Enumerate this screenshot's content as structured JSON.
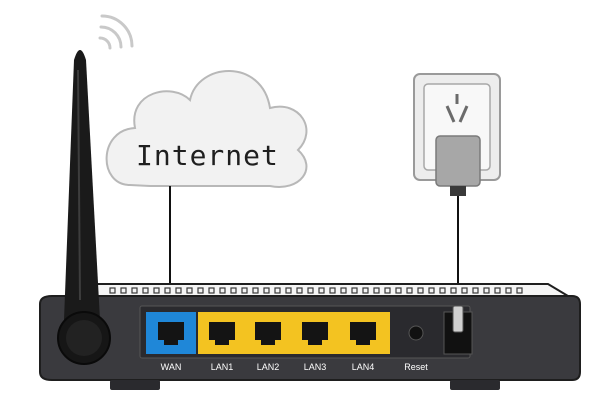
{
  "cloud": {
    "label": "Internet"
  },
  "ports": {
    "wan": "WAN",
    "lan1": "LAN1",
    "lan2": "LAN2",
    "lan3": "LAN3",
    "lan4": "LAN4",
    "reset": "Reset"
  },
  "colors": {
    "router_body": "#3a3a3e",
    "wan_port": "#1f87d8",
    "lan_ports": "#f3c321",
    "antenna": "#1a1a1a",
    "cloud_fill": "#f2f2f2",
    "cable": "#111111"
  },
  "icons": [
    "wifi-signal-icon",
    "power-outlet-icon",
    "power-adapter-icon",
    "antenna-icon",
    "ethernet-port-icon"
  ]
}
